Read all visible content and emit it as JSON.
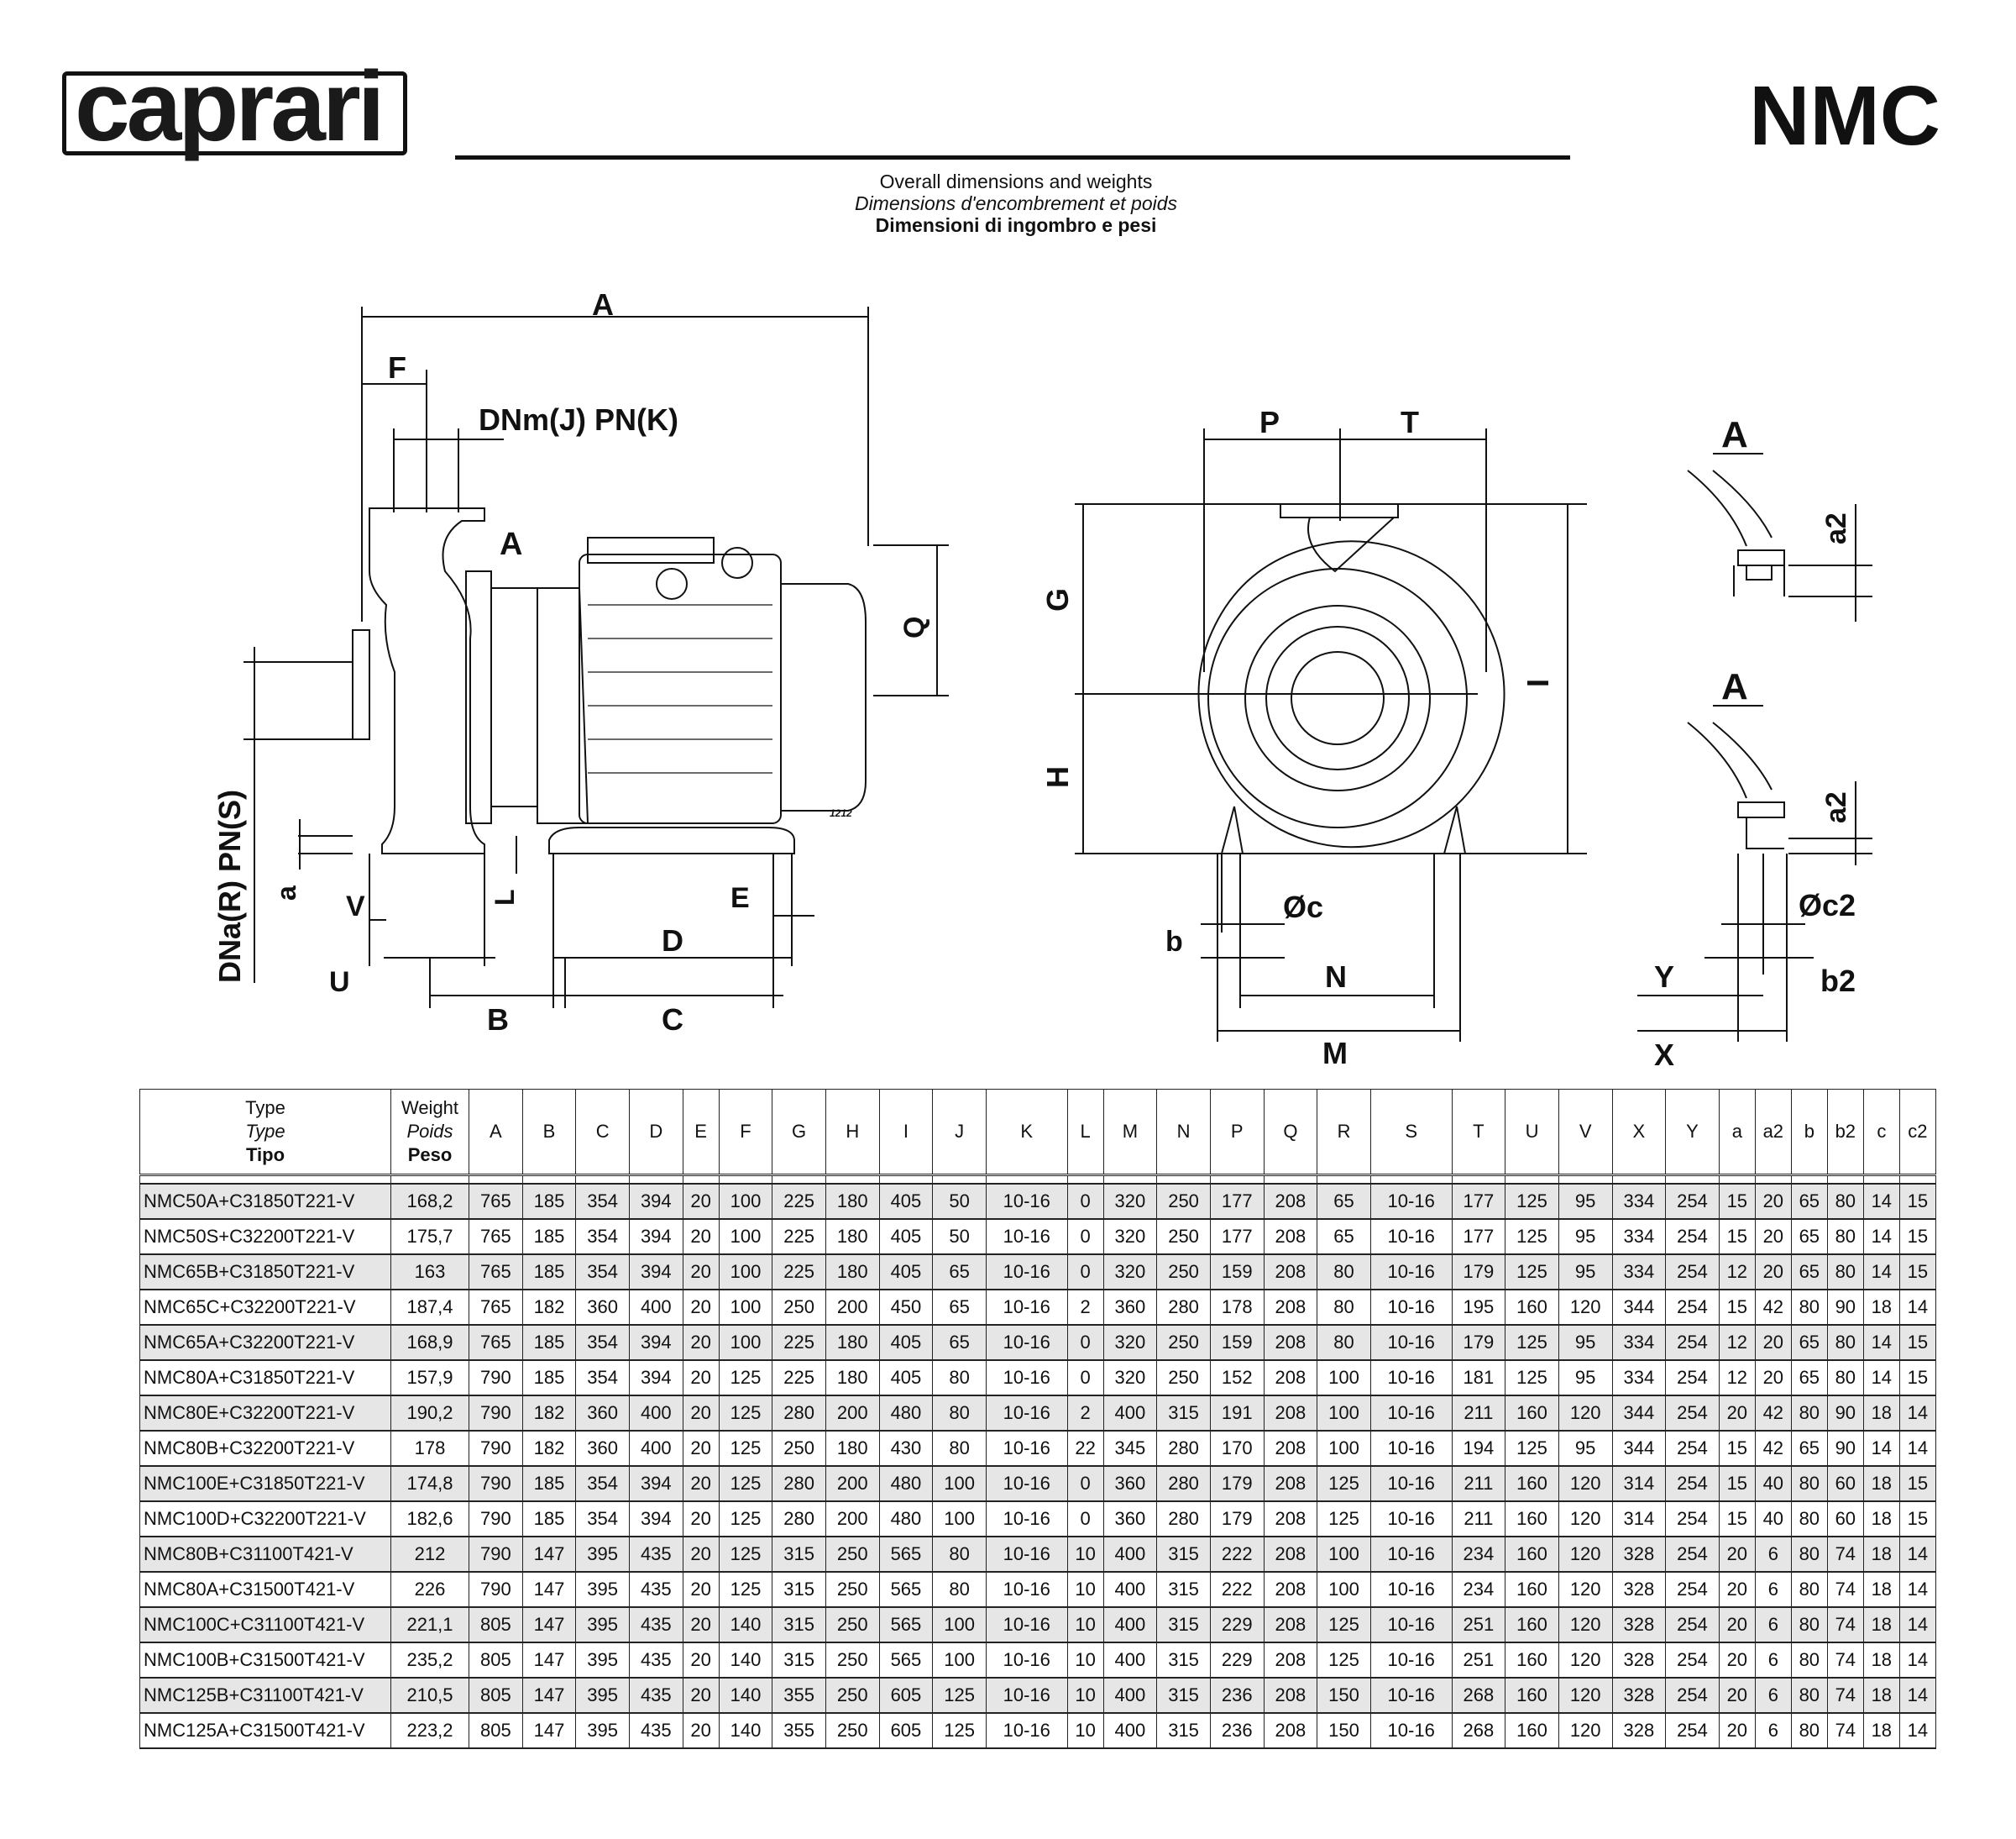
{
  "header": {
    "logo_text": "caprari",
    "model": "NMC",
    "subtitle_en": "Overall dimensions and weights",
    "subtitle_fr": "Dimensions d'encombrement et poids",
    "subtitle_it": "Dimensioni di ingombro e pesi"
  },
  "drawing": {
    "side": {
      "A": "A",
      "F": "F",
      "DNm": "DNm(J) PN(K)",
      "detail": "A",
      "Q": "Q",
      "DNa": "DNa(R) PN(S)",
      "a": "a",
      "V": "V",
      "L": "L",
      "E": "E",
      "D": "D",
      "U": "U",
      "B": "B",
      "C": "C",
      "code": "1212"
    },
    "front": {
      "P": "P",
      "T": "T",
      "G": "G",
      "H": "H",
      "I": "I",
      "c": "Øc",
      "b": "b",
      "N": "N",
      "M": "M"
    },
    "detail1": {
      "A": "A",
      "a2": "a2"
    },
    "detail2": {
      "A": "A",
      "a2": "a2",
      "c2": "Øc2",
      "Y": "Y",
      "b2": "b2",
      "X": "X"
    }
  },
  "table": {
    "type_header": [
      "Type",
      "Type",
      "Tipo"
    ],
    "weight_header": [
      "Weight",
      "Poids",
      "Peso"
    ],
    "columns": [
      "A",
      "B",
      "C",
      "D",
      "E",
      "F",
      "G",
      "H",
      "I",
      "J",
      "K",
      "L",
      "M",
      "N",
      "P",
      "Q",
      "R",
      "S",
      "T",
      "U",
      "V",
      "X",
      "Y",
      "a",
      "a2",
      "b",
      "b2",
      "c",
      "c2"
    ],
    "rows": [
      [
        "NMC50A+C31850T221-V",
        "168,2",
        "765",
        "185",
        "354",
        "394",
        "20",
        "100",
        "225",
        "180",
        "405",
        "50",
        "10-16",
        "0",
        "320",
        "250",
        "177",
        "208",
        "65",
        "10-16",
        "177",
        "125",
        "95",
        "334",
        "254",
        "15",
        "20",
        "65",
        "80",
        "14",
        "15"
      ],
      [
        "NMC50S+C32200T221-V",
        "175,7",
        "765",
        "185",
        "354",
        "394",
        "20",
        "100",
        "225",
        "180",
        "405",
        "50",
        "10-16",
        "0",
        "320",
        "250",
        "177",
        "208",
        "65",
        "10-16",
        "177",
        "125",
        "95",
        "334",
        "254",
        "15",
        "20",
        "65",
        "80",
        "14",
        "15"
      ],
      [
        "NMC65B+C31850T221-V",
        "163",
        "765",
        "185",
        "354",
        "394",
        "20",
        "100",
        "225",
        "180",
        "405",
        "65",
        "10-16",
        "0",
        "320",
        "250",
        "159",
        "208",
        "80",
        "10-16",
        "179",
        "125",
        "95",
        "334",
        "254",
        "12",
        "20",
        "65",
        "80",
        "14",
        "15"
      ],
      [
        "NMC65C+C32200T221-V",
        "187,4",
        "765",
        "182",
        "360",
        "400",
        "20",
        "100",
        "250",
        "200",
        "450",
        "65",
        "10-16",
        "2",
        "360",
        "280",
        "178",
        "208",
        "80",
        "10-16",
        "195",
        "160",
        "120",
        "344",
        "254",
        "15",
        "42",
        "80",
        "90",
        "18",
        "14"
      ],
      [
        "NMC65A+C32200T221-V",
        "168,9",
        "765",
        "185",
        "354",
        "394",
        "20",
        "100",
        "225",
        "180",
        "405",
        "65",
        "10-16",
        "0",
        "320",
        "250",
        "159",
        "208",
        "80",
        "10-16",
        "179",
        "125",
        "95",
        "334",
        "254",
        "12",
        "20",
        "65",
        "80",
        "14",
        "15"
      ],
      [
        "NMC80A+C31850T221-V",
        "157,9",
        "790",
        "185",
        "354",
        "394",
        "20",
        "125",
        "225",
        "180",
        "405",
        "80",
        "10-16",
        "0",
        "320",
        "250",
        "152",
        "208",
        "100",
        "10-16",
        "181",
        "125",
        "95",
        "334",
        "254",
        "12",
        "20",
        "65",
        "80",
        "14",
        "15"
      ],
      [
        "NMC80E+C32200T221-V",
        "190,2",
        "790",
        "182",
        "360",
        "400",
        "20",
        "125",
        "280",
        "200",
        "480",
        "80",
        "10-16",
        "2",
        "400",
        "315",
        "191",
        "208",
        "100",
        "10-16",
        "211",
        "160",
        "120",
        "344",
        "254",
        "20",
        "42",
        "80",
        "90",
        "18",
        "14"
      ],
      [
        "NMC80B+C32200T221-V",
        "178",
        "790",
        "182",
        "360",
        "400",
        "20",
        "125",
        "250",
        "180",
        "430",
        "80",
        "10-16",
        "22",
        "345",
        "280",
        "170",
        "208",
        "100",
        "10-16",
        "194",
        "125",
        "95",
        "344",
        "254",
        "15",
        "42",
        "65",
        "90",
        "14",
        "14"
      ],
      [
        "NMC100E+C31850T221-V",
        "174,8",
        "790",
        "185",
        "354",
        "394",
        "20",
        "125",
        "280",
        "200",
        "480",
        "100",
        "10-16",
        "0",
        "360",
        "280",
        "179",
        "208",
        "125",
        "10-16",
        "211",
        "160",
        "120",
        "314",
        "254",
        "15",
        "40",
        "80",
        "60",
        "18",
        "15"
      ],
      [
        "NMC100D+C32200T221-V",
        "182,6",
        "790",
        "185",
        "354",
        "394",
        "20",
        "125",
        "280",
        "200",
        "480",
        "100",
        "10-16",
        "0",
        "360",
        "280",
        "179",
        "208",
        "125",
        "10-16",
        "211",
        "160",
        "120",
        "314",
        "254",
        "15",
        "40",
        "80",
        "60",
        "18",
        "15"
      ],
      [
        "NMC80B+C31100T421-V",
        "212",
        "790",
        "147",
        "395",
        "435",
        "20",
        "125",
        "315",
        "250",
        "565",
        "80",
        "10-16",
        "10",
        "400",
        "315",
        "222",
        "208",
        "100",
        "10-16",
        "234",
        "160",
        "120",
        "328",
        "254",
        "20",
        "6",
        "80",
        "74",
        "18",
        "14"
      ],
      [
        "NMC80A+C31500T421-V",
        "226",
        "790",
        "147",
        "395",
        "435",
        "20",
        "125",
        "315",
        "250",
        "565",
        "80",
        "10-16",
        "10",
        "400",
        "315",
        "222",
        "208",
        "100",
        "10-16",
        "234",
        "160",
        "120",
        "328",
        "254",
        "20",
        "6",
        "80",
        "74",
        "18",
        "14"
      ],
      [
        "NMC100C+C31100T421-V",
        "221,1",
        "805",
        "147",
        "395",
        "435",
        "20",
        "140",
        "315",
        "250",
        "565",
        "100",
        "10-16",
        "10",
        "400",
        "315",
        "229",
        "208",
        "125",
        "10-16",
        "251",
        "160",
        "120",
        "328",
        "254",
        "20",
        "6",
        "80",
        "74",
        "18",
        "14"
      ],
      [
        "NMC100B+C31500T421-V",
        "235,2",
        "805",
        "147",
        "395",
        "435",
        "20",
        "140",
        "315",
        "250",
        "565",
        "100",
        "10-16",
        "10",
        "400",
        "315",
        "229",
        "208",
        "125",
        "10-16",
        "251",
        "160",
        "120",
        "328",
        "254",
        "20",
        "6",
        "80",
        "74",
        "18",
        "14"
      ],
      [
        "NMC125B+C31100T421-V",
        "210,5",
        "805",
        "147",
        "395",
        "435",
        "20",
        "140",
        "355",
        "250",
        "605",
        "125",
        "10-16",
        "10",
        "400",
        "315",
        "236",
        "208",
        "150",
        "10-16",
        "268",
        "160",
        "120",
        "328",
        "254",
        "20",
        "6",
        "80",
        "74",
        "18",
        "14"
      ],
      [
        "NMC125A+C31500T421-V",
        "223,2",
        "805",
        "147",
        "395",
        "435",
        "20",
        "140",
        "355",
        "250",
        "605",
        "125",
        "10-16",
        "10",
        "400",
        "315",
        "236",
        "208",
        "150",
        "10-16",
        "268",
        "160",
        "120",
        "328",
        "254",
        "20",
        "6",
        "80",
        "74",
        "18",
        "14"
      ]
    ]
  }
}
